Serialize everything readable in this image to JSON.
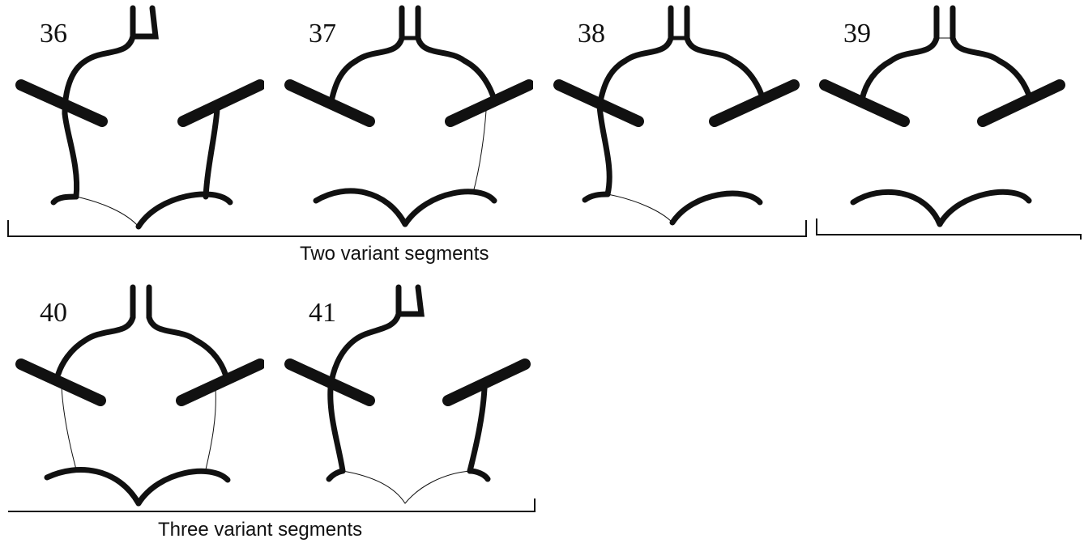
{
  "panels": [
    {
      "number": "36"
    },
    {
      "number": "37"
    },
    {
      "number": "38"
    },
    {
      "number": "39"
    },
    {
      "number": "40"
    },
    {
      "number": "41"
    }
  ],
  "groups": [
    {
      "label": "Two variant segments"
    },
    {
      "label": "Three variant segments"
    }
  ]
}
